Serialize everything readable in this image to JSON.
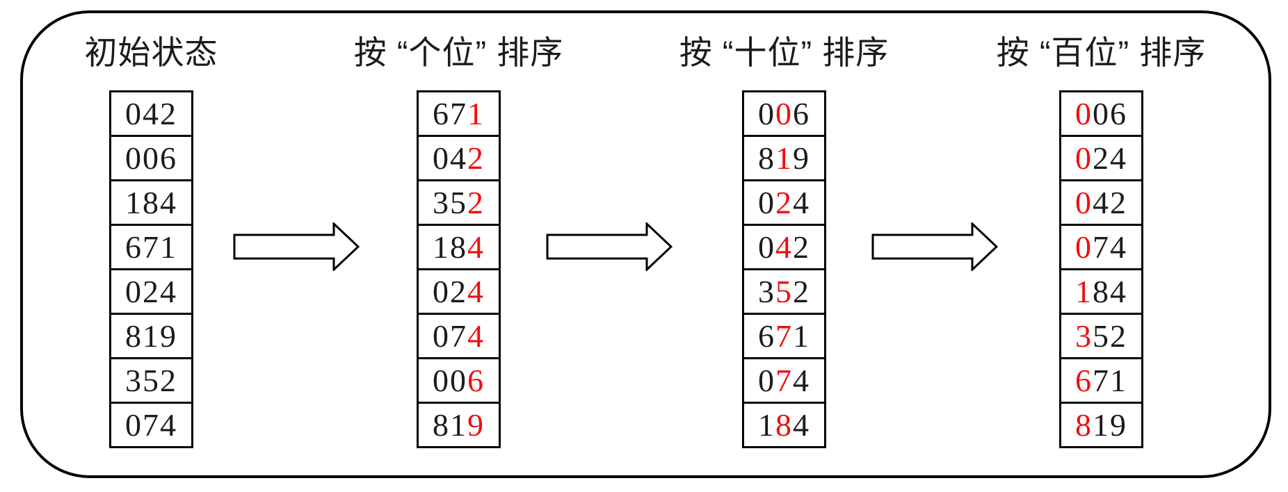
{
  "diagram": {
    "description": "radix-sort-steps",
    "highlight_color": "#f20d0d",
    "columns": [
      {
        "id": "initial-state",
        "title": "初始状态",
        "highlight_digit_index": -1,
        "values": [
          "042",
          "006",
          "184",
          "671",
          "024",
          "819",
          "352",
          "074"
        ]
      },
      {
        "id": "sort-by-ones",
        "title": "按 “个位” 排序",
        "highlight_digit_index": 2,
        "values": [
          "671",
          "042",
          "352",
          "184",
          "024",
          "074",
          "006",
          "819"
        ]
      },
      {
        "id": "sort-by-tens",
        "title": "按 “十位” 排序",
        "highlight_digit_index": 1,
        "values": [
          "006",
          "819",
          "024",
          "042",
          "352",
          "671",
          "074",
          "184"
        ]
      },
      {
        "id": "sort-by-hundreds",
        "title": "按 “百位” 排序",
        "highlight_digit_index": 0,
        "values": [
          "006",
          "024",
          "042",
          "074",
          "184",
          "352",
          "671",
          "819"
        ]
      }
    ],
    "arrows": [
      "arrow-1",
      "arrow-2",
      "arrow-3"
    ]
  }
}
